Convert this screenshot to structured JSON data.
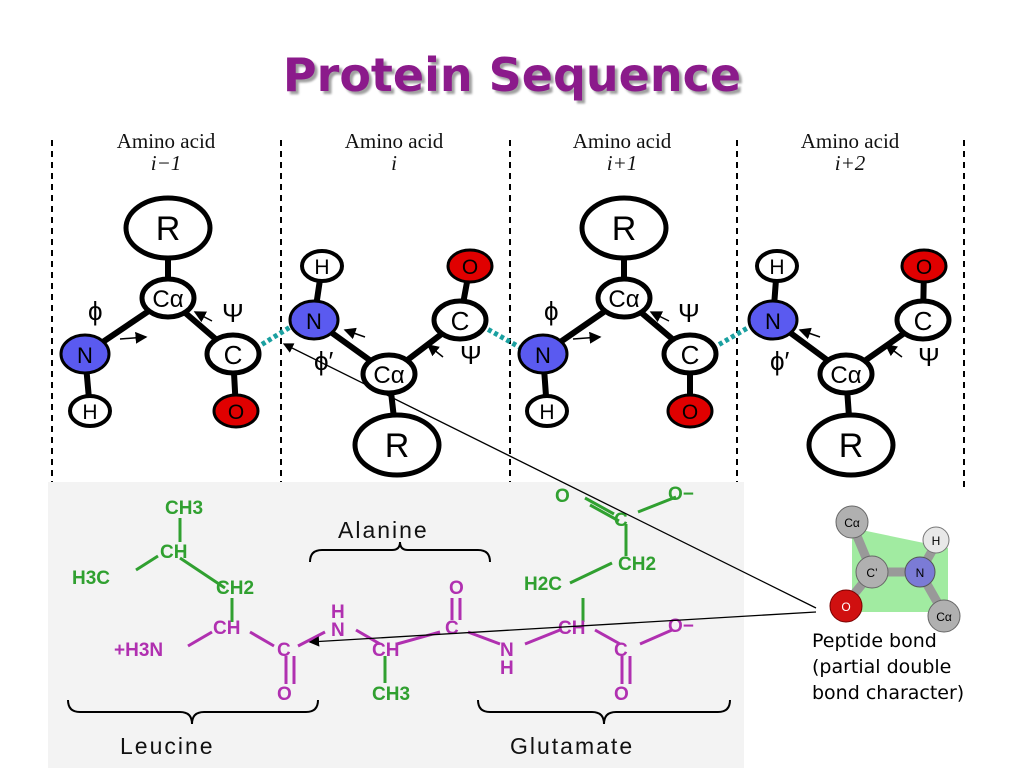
{
  "title": "Protein Sequence",
  "residue_headers": [
    {
      "label": "Amino acid",
      "index": "i−1"
    },
    {
      "label": "Amino acid",
      "index": "i"
    },
    {
      "label": "Amino acid",
      "index": "i+1"
    },
    {
      "label": "Amino acid",
      "index": "i+2"
    }
  ],
  "atoms": {
    "r": "R",
    "ca": "Cα",
    "c": "C",
    "n": "N",
    "h": "H",
    "o": "O"
  },
  "angles": {
    "phi": "ϕ",
    "phi_prime": "ϕ′",
    "psi": "Ψ"
  },
  "structure": {
    "ch3": "CH3",
    "ch": "CH",
    "h3c": "H3C",
    "ch2": "CH2",
    "h2c": "H2C",
    "nh3_plus": "+H3N",
    "c": "C",
    "o": "O",
    "n": "N",
    "h": "H",
    "o_minus": "O−"
  },
  "residue_names": [
    "Leucine",
    "Alanine",
    "Glutamate"
  ],
  "model_atoms": {
    "ca": "Cα",
    "c_prime": "C’",
    "n": "N",
    "h": "H",
    "o": "O"
  },
  "caption": [
    "Peptide bond",
    "(partial double",
    "bond character)"
  ],
  "colors": {
    "title": "#8b1a8b",
    "nitrogen": "#5a5af0",
    "oxygen": "#e00000",
    "peptide_link": "#1aa0a0",
    "backbone_purple": "#b030b0",
    "sidechain_green": "#30a030"
  }
}
